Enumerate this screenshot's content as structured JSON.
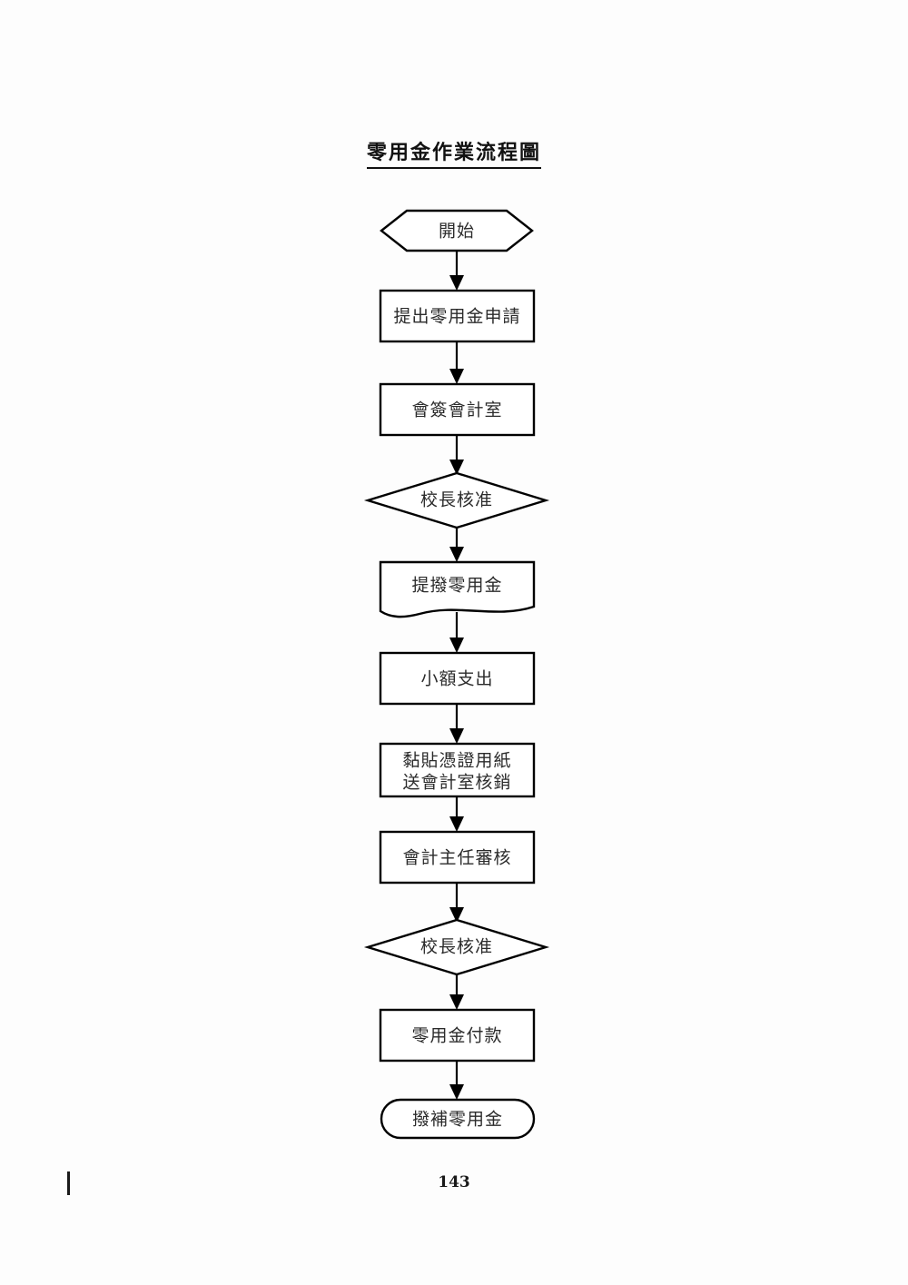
{
  "document": {
    "title": "零用金作業流程圖",
    "page_number": "143",
    "background_color": "#ffffff",
    "ink_color": "#000000"
  },
  "chart_data": {
    "type": "diagram",
    "diagram_kind": "flowchart",
    "orientation": "top-to-bottom",
    "title": "零用金作業流程圖",
    "nodes": [
      {
        "id": "n1",
        "label": "開始",
        "shape": "hexagon"
      },
      {
        "id": "n2",
        "label": "提出零用金申請",
        "shape": "rectangle"
      },
      {
        "id": "n3",
        "label": "會簽會計室",
        "shape": "rectangle"
      },
      {
        "id": "n4",
        "label": "校長核准",
        "shape": "diamond"
      },
      {
        "id": "n5",
        "label": "提撥零用金",
        "shape": "document"
      },
      {
        "id": "n6",
        "label": "小額支出",
        "shape": "rectangle"
      },
      {
        "id": "n7",
        "label": "黏貼憑證用紙\n送會計室核銷",
        "shape": "rectangle"
      },
      {
        "id": "n8",
        "label": "會計主任審核",
        "shape": "rectangle"
      },
      {
        "id": "n9",
        "label": "校長核准",
        "shape": "diamond"
      },
      {
        "id": "n10",
        "label": "零用金付款",
        "shape": "rectangle"
      },
      {
        "id": "n11",
        "label": "撥補零用金",
        "shape": "stadium"
      }
    ],
    "edges": [
      {
        "from": "n1",
        "to": "n2",
        "label": "",
        "arrow": "single"
      },
      {
        "from": "n2",
        "to": "n3",
        "label": "",
        "arrow": "single"
      },
      {
        "from": "n3",
        "to": "n4",
        "label": "",
        "arrow": "single"
      },
      {
        "from": "n4",
        "to": "n5",
        "label": "",
        "arrow": "single"
      },
      {
        "from": "n5",
        "to": "n6",
        "label": "",
        "arrow": "single"
      },
      {
        "from": "n6",
        "to": "n7",
        "label": "",
        "arrow": "single"
      },
      {
        "from": "n7",
        "to": "n8",
        "label": "",
        "arrow": "single"
      },
      {
        "from": "n8",
        "to": "n9",
        "label": "",
        "arrow": "single"
      },
      {
        "from": "n9",
        "to": "n10",
        "label": "",
        "arrow": "single"
      },
      {
        "from": "n10",
        "to": "n11",
        "label": "",
        "arrow": "single"
      }
    ]
  },
  "node_labels": {
    "n1": "開始",
    "n2": "提出零用金申請",
    "n3": "會簽會計室",
    "n4": "校長核准",
    "n5": "提撥零用金",
    "n6": "小額支出",
    "n7_line1": "黏貼憑證用紙",
    "n7_line2": "送會計室核銷",
    "n8": "會計主任審核",
    "n9": "校長核准",
    "n10": "零用金付款",
    "n11": "撥補零用金"
  }
}
